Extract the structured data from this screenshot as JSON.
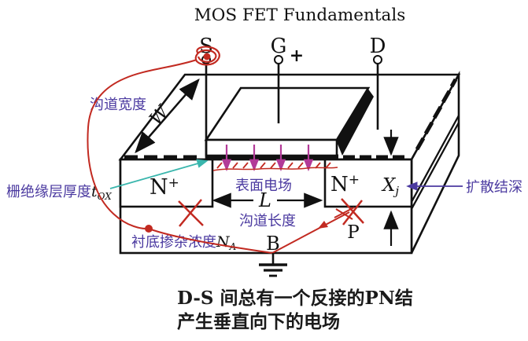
{
  "title": "MOS FET Fundamentals",
  "terminals": {
    "source": "S",
    "gate": "G",
    "drain": "D",
    "gate_bias_plus": "+",
    "bulk": "B",
    "substrate_region": "P"
  },
  "regions": {
    "n_plus_base": "N",
    "n_plus_sup": "+"
  },
  "symbols": {
    "channel_width": "W",
    "channel_length": "L",
    "junction_depth_base": "X",
    "junction_depth_sub": "j",
    "oxide_thickness_base": "t",
    "oxide_thickness_sub": "OX",
    "doping_base": "N",
    "doping_sub": "A"
  },
  "labels": {
    "channel_width": "沟道宽度",
    "gate_oxide_thickness": "栅绝缘层厚度",
    "surface_field": "表面电场",
    "channel_length": "沟道长度",
    "junction_depth": "扩散结深",
    "substrate_doping": "衬底掺杂浓度"
  },
  "caption": {
    "line1": "D-S 间总有一个反接的PN结",
    "line2": "产生垂直向下的电场"
  },
  "colors": {
    "label_purple": "#4b3aa0",
    "annotation_red": "#c22a21",
    "field_magenta": "#b23a98",
    "pointer_cyan": "#3ab6ad",
    "plus_magenta": "#d6246e",
    "ink_black": "#111111"
  }
}
